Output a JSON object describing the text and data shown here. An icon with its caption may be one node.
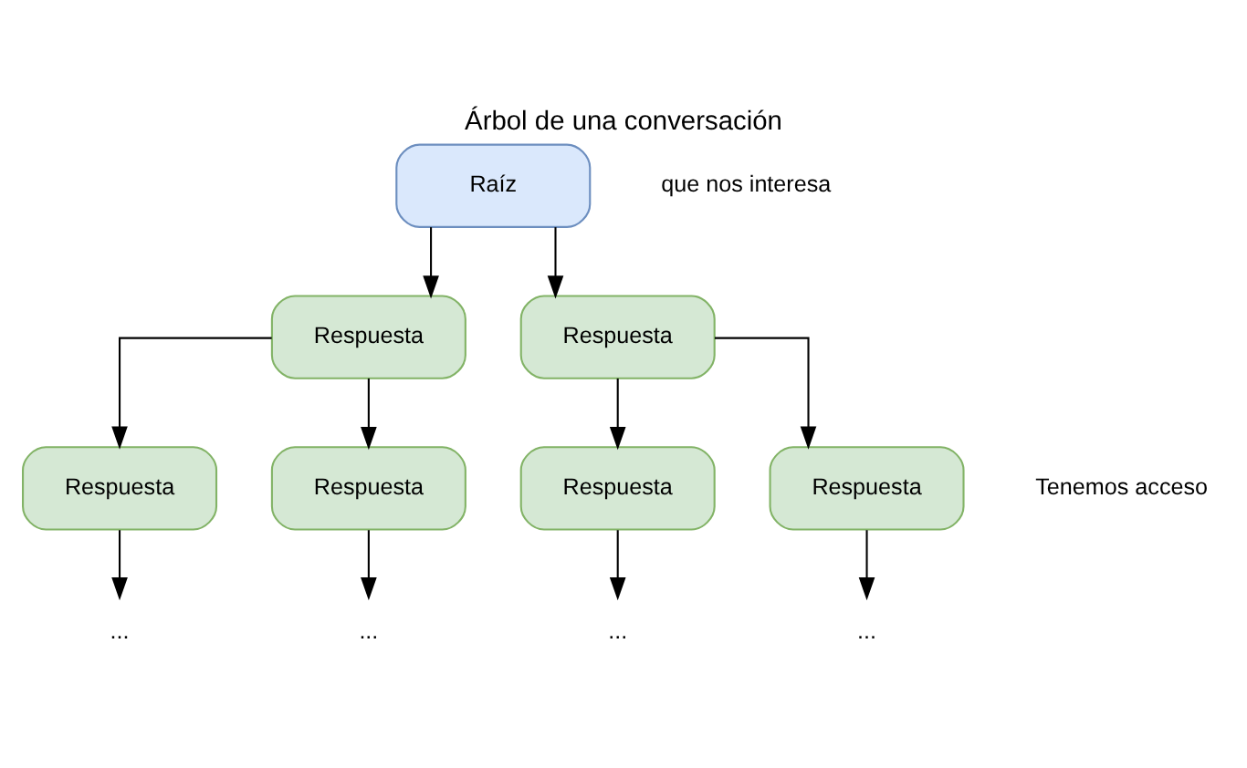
{
  "diagram": {
    "title": "Árbol de una conversación",
    "nodes": [
      {
        "text": [
          "Raíz"
        ]
      },
      {
        "text": [
          "Respuesta"
        ]
      },
      {
        "text": [
          "Respuesta"
        ]
      },
      {
        "text": [
          "Respuesta"
        ]
      },
      {
        "text": [
          "Respuesta"
        ]
      },
      {
        "text": [
          "Respuesta"
        ]
      },
      {
        "text": [
          "Respuesta"
        ]
      },
      {
        "text": [
          "..."
        ]
      },
      {
        "text": [
          "..."
        ]
      },
      {
        "text": [
          "..."
        ]
      },
      {
        "text": [
          "..."
        ]
      }
    ],
    "edges": [
      {
        "from": 0,
        "to": 1,
        "arrow": "to"
      },
      {
        "from": 0,
        "to": 2,
        "arrow": "to"
      },
      {
        "from": 1,
        "to": 3,
        "arrow": "to"
      },
      {
        "from": 1,
        "to": 4,
        "arrow": "to"
      },
      {
        "from": 2,
        "to": 5,
        "arrow": "to"
      },
      {
        "from": 2,
        "to": 6,
        "arrow": "to"
      },
      {
        "from": 3,
        "to": 7,
        "arrow": "to"
      },
      {
        "from": 4,
        "to": 8,
        "arrow": "to"
      },
      {
        "from": 5,
        "to": 9,
        "arrow": "to"
      },
      {
        "from": 6,
        "to": 10,
        "arrow": "to"
      }
    ],
    "labels": [
      "que nos interesa",
      "Tenemos acceso"
    ]
  }
}
